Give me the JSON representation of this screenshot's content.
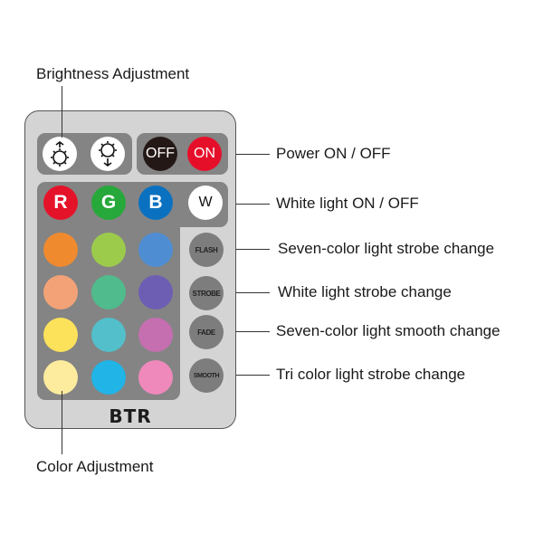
{
  "labels": {
    "brightness": "Brightness Adjustment",
    "power": "Power ON / OFF",
    "white": "White light ON / OFF",
    "flash": "Seven-color light strobe change",
    "strobe": "White light strobe change",
    "fade": "Seven-color light smooth change",
    "smooth": "Tri color light strobe change",
    "color": "Color Adjustment"
  },
  "remote": {
    "brand": "BTR",
    "brightness_buttons": [
      {
        "icon": "brightness-up-icon"
      },
      {
        "icon": "brightness-down-icon"
      }
    ],
    "power_buttons": [
      {
        "label": "OFF",
        "color": "#231815"
      },
      {
        "label": "ON",
        "color": "#e60f2a"
      }
    ],
    "rgbw_buttons": [
      {
        "label": "R",
        "color": "#e5132a"
      },
      {
        "label": "G",
        "color": "#27a83a"
      },
      {
        "label": "B",
        "color": "#0a71c0"
      },
      {
        "label": "W",
        "color": "#ffffff"
      }
    ],
    "color_grid": [
      [
        "#ef8a2f",
        "#9ccb4c",
        "#4f8dd3"
      ],
      [
        "#f3a277",
        "#50bb8c",
        "#6d5eb4"
      ],
      [
        "#fbe25a",
        "#52bfca",
        "#c56fb0"
      ],
      [
        "#fdeb9e",
        "#21b4e6",
        "#ef89bb"
      ]
    ],
    "mode_buttons": [
      "FLASH",
      "STROBE",
      "FADE",
      "SMOOTH"
    ]
  }
}
